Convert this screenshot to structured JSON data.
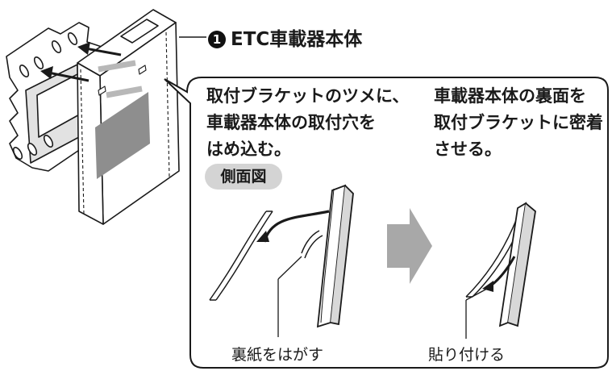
{
  "callout": {
    "number": "1",
    "label": "ETC車載器本体"
  },
  "step1": {
    "text": "取付ブラケットのツメに、\n車載器本体の取付穴を\nはめ込む。"
  },
  "step2": {
    "text": "車載器本体の裏面を\n取付ブラケットに密着\nさせる。"
  },
  "side_view_badge": "側面図",
  "caption_left": "裏紙をはがす",
  "caption_right": "貼り付ける",
  "colors": {
    "line": "#1a1a1a",
    "panel_gray": "#d8d8d8",
    "dark_gray": "#8e8e8e",
    "arrow_gray": "#a8a8a8"
  }
}
